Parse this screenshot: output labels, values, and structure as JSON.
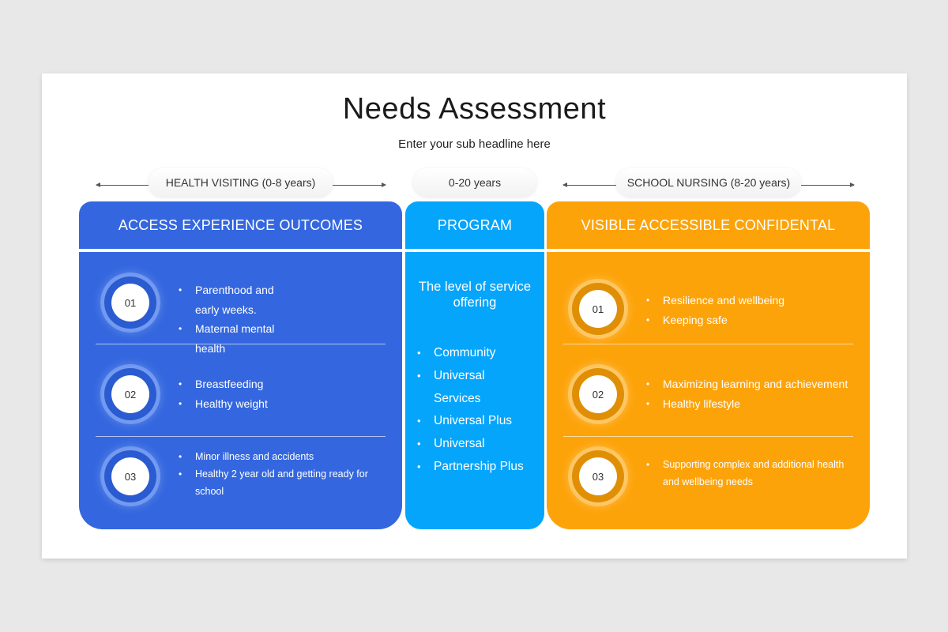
{
  "slide": {
    "title": "Needs Assessment",
    "subtitle": "Enter your sub headline here"
  },
  "labels": {
    "left": "HEALTH VISITING (0-8 years)",
    "center": "0-20 years",
    "right": "SCHOOL NURSING (8-20 years)"
  },
  "colors": {
    "blue": "#3467df",
    "sky": "#05a5fb",
    "orange": "#fda30a",
    "background": "#e9e8e9"
  },
  "columns": {
    "left": {
      "header": "ACCESS EXPERIENCE OUTCOMES",
      "rows": [
        {
          "number": "01",
          "bullets": [
            "Parenthood  and early weeks.",
            "Maternal mental health"
          ]
        },
        {
          "number": "02",
          "bullets": [
            "Breastfeeding",
            "Healthy weight"
          ]
        },
        {
          "number": "03",
          "bullets": [
            "Minor illness and accidents",
            "Healthy 2 year old and getting ready for school"
          ]
        }
      ]
    },
    "center": {
      "header": "PROGRAM",
      "lead": "The level of service offering",
      "items": [
        "Community",
        "Universal Services",
        "Universal Plus",
        "Universal",
        "Partnership Plus"
      ]
    },
    "right": {
      "header": "VISIBLE ACCESSIBLE CONFIDENTAL",
      "rows": [
        {
          "number": "01",
          "bullets": [
            "Resilience and wellbeing",
            "Keeping safe"
          ]
        },
        {
          "number": "02",
          "bullets": [
            "Maximizing learning and achievement",
            "Healthy lifestyle"
          ]
        },
        {
          "number": "03",
          "bullets": [
            "Supporting complex and additional health and wellbeing needs"
          ]
        }
      ]
    }
  }
}
